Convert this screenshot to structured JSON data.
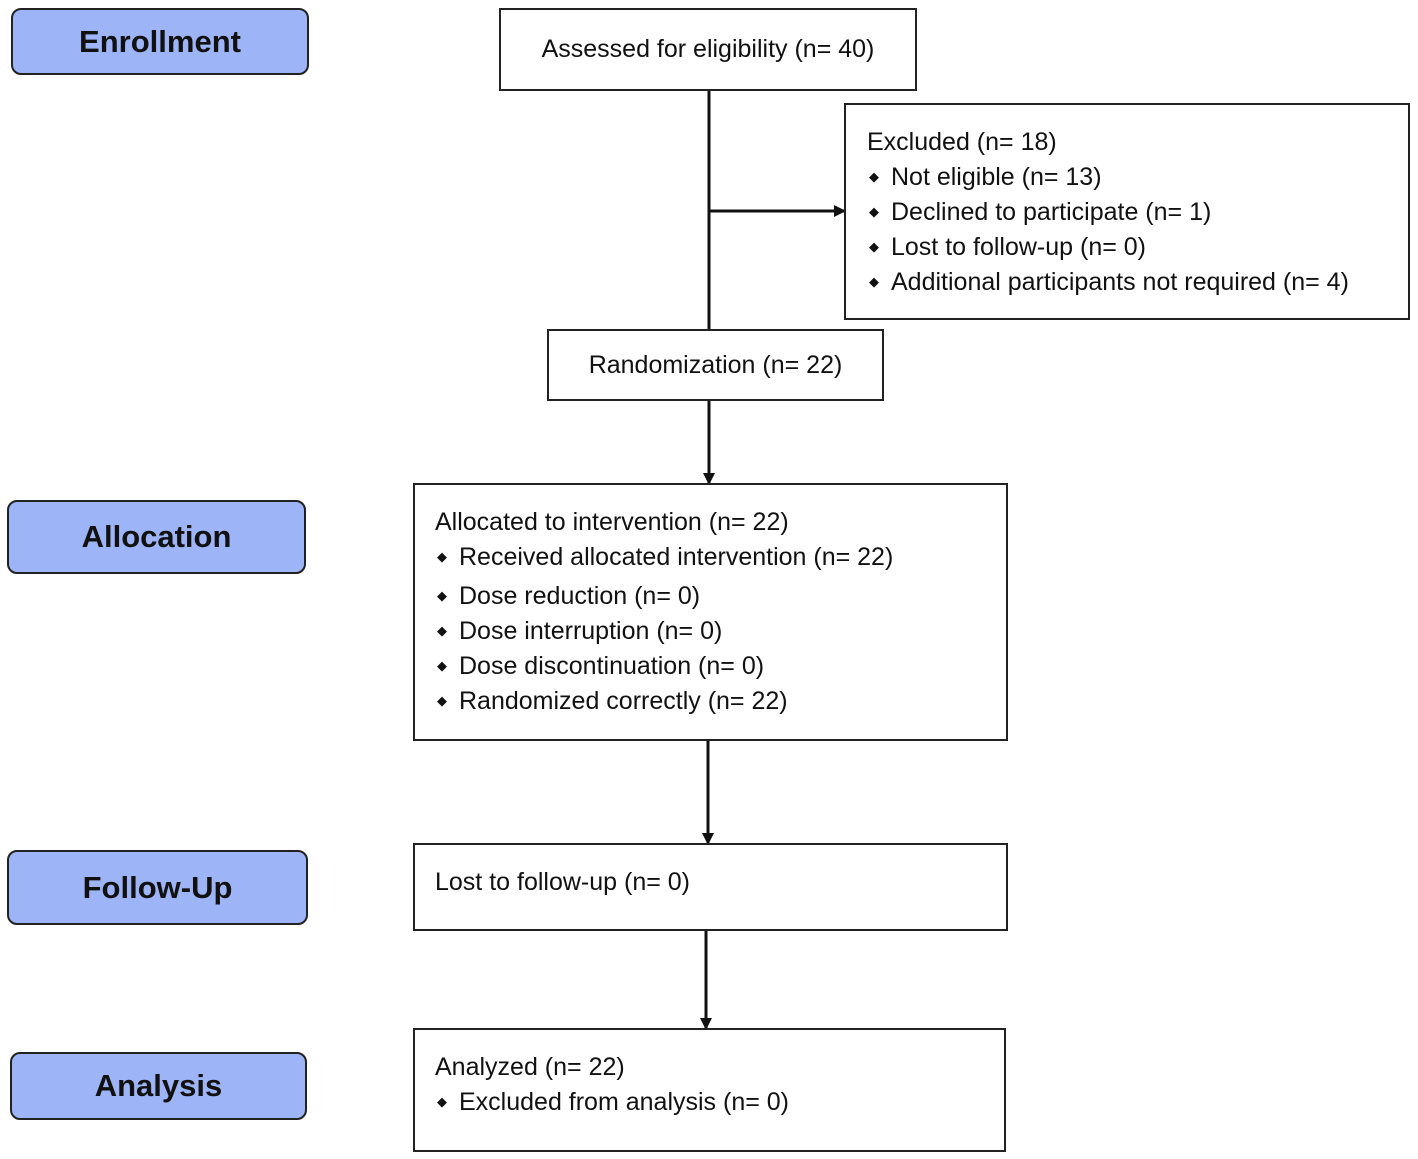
{
  "phases": {
    "enrollment": "Enrollment",
    "allocation": "Allocation",
    "follow_up": "Follow-Up",
    "analysis": "Analysis"
  },
  "assessed": {
    "label": "Assessed for eligibility (n= 40)"
  },
  "excluded": {
    "title": "Excluded (n= 18)",
    "items": [
      "Not eligible (n= 13)",
      "Declined to participate (n= 1)",
      "Lost to follow-up (n= 0)",
      "Additional participants not required (n= 4)"
    ]
  },
  "randomization": {
    "label": "Randomization (n= 22)"
  },
  "allocated": {
    "title": "Allocated to intervention (n= 22)",
    "items": [
      "Received allocated intervention (n= 22)",
      "Dose reduction (n= 0)",
      "Dose interruption (n= 0)",
      "Dose discontinuation (n= 0)",
      "Randomized correctly (n= 22)"
    ]
  },
  "follow_up": {
    "title": "Lost to follow-up (n= 0)"
  },
  "analysis": {
    "title": "Analyzed (n= 22)",
    "items": [
      "Excluded from analysis (n= 0)"
    ]
  },
  "colors": {
    "phase_fill": "#9db4f7",
    "border": "#222222"
  }
}
